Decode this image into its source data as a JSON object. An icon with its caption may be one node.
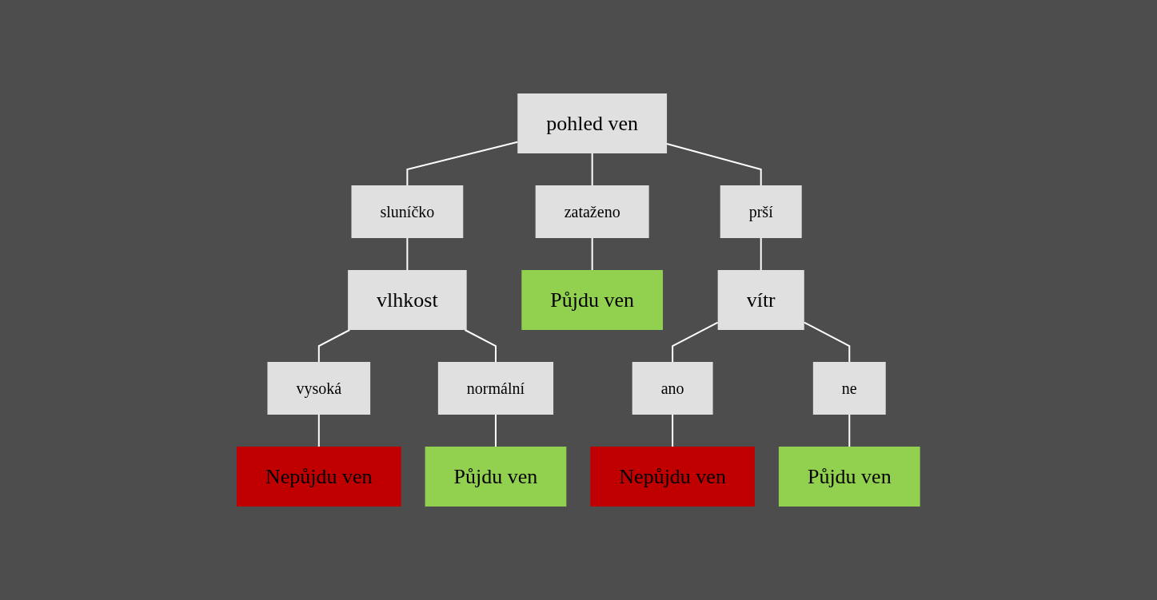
{
  "diagram": {
    "nodes": [
      {
        "text": [
          "pohled ven"
        ]
      },
      {
        "text": [
          "sluníčko"
        ]
      },
      {
        "text": [
          "zataženo"
        ]
      },
      {
        "text": [
          "prší"
        ]
      },
      {
        "text": [
          "vlhkost"
        ]
      },
      {
        "text": [
          "Půjdu ven"
        ]
      },
      {
        "text": [
          "vítr"
        ]
      },
      {
        "text": [
          "vysoká"
        ]
      },
      {
        "text": [
          "normální"
        ]
      },
      {
        "text": [
          "ano"
        ]
      },
      {
        "text": [
          "ne"
        ]
      },
      {
        "text": [
          "Nepůjdu ven"
        ]
      },
      {
        "text": [
          "Půjdu ven"
        ]
      },
      {
        "text": [
          "Nepůjdu ven"
        ]
      },
      {
        "text": [
          "Půjdu ven"
        ]
      }
    ],
    "edges": [
      {
        "from": 0,
        "to": 1,
        "arrow": "none"
      },
      {
        "from": 0,
        "to": 2,
        "arrow": "none"
      },
      {
        "from": 0,
        "to": 3,
        "arrow": "none"
      },
      {
        "from": 1,
        "to": 4,
        "arrow": "none"
      },
      {
        "from": 2,
        "to": 5,
        "arrow": "none"
      },
      {
        "from": 3,
        "to": 6,
        "arrow": "none"
      },
      {
        "from": 4,
        "to": 7,
        "arrow": "none"
      },
      {
        "from": 4,
        "to": 8,
        "arrow": "none"
      },
      {
        "from": 6,
        "to": 9,
        "arrow": "none"
      },
      {
        "from": 6,
        "to": 10,
        "arrow": "none"
      },
      {
        "from": 7,
        "to": 11,
        "arrow": "none"
      },
      {
        "from": 8,
        "to": 12,
        "arrow": "none"
      },
      {
        "from": 9,
        "to": 13,
        "arrow": "none"
      },
      {
        "from": 10,
        "to": 14,
        "arrow": "none"
      }
    ]
  }
}
